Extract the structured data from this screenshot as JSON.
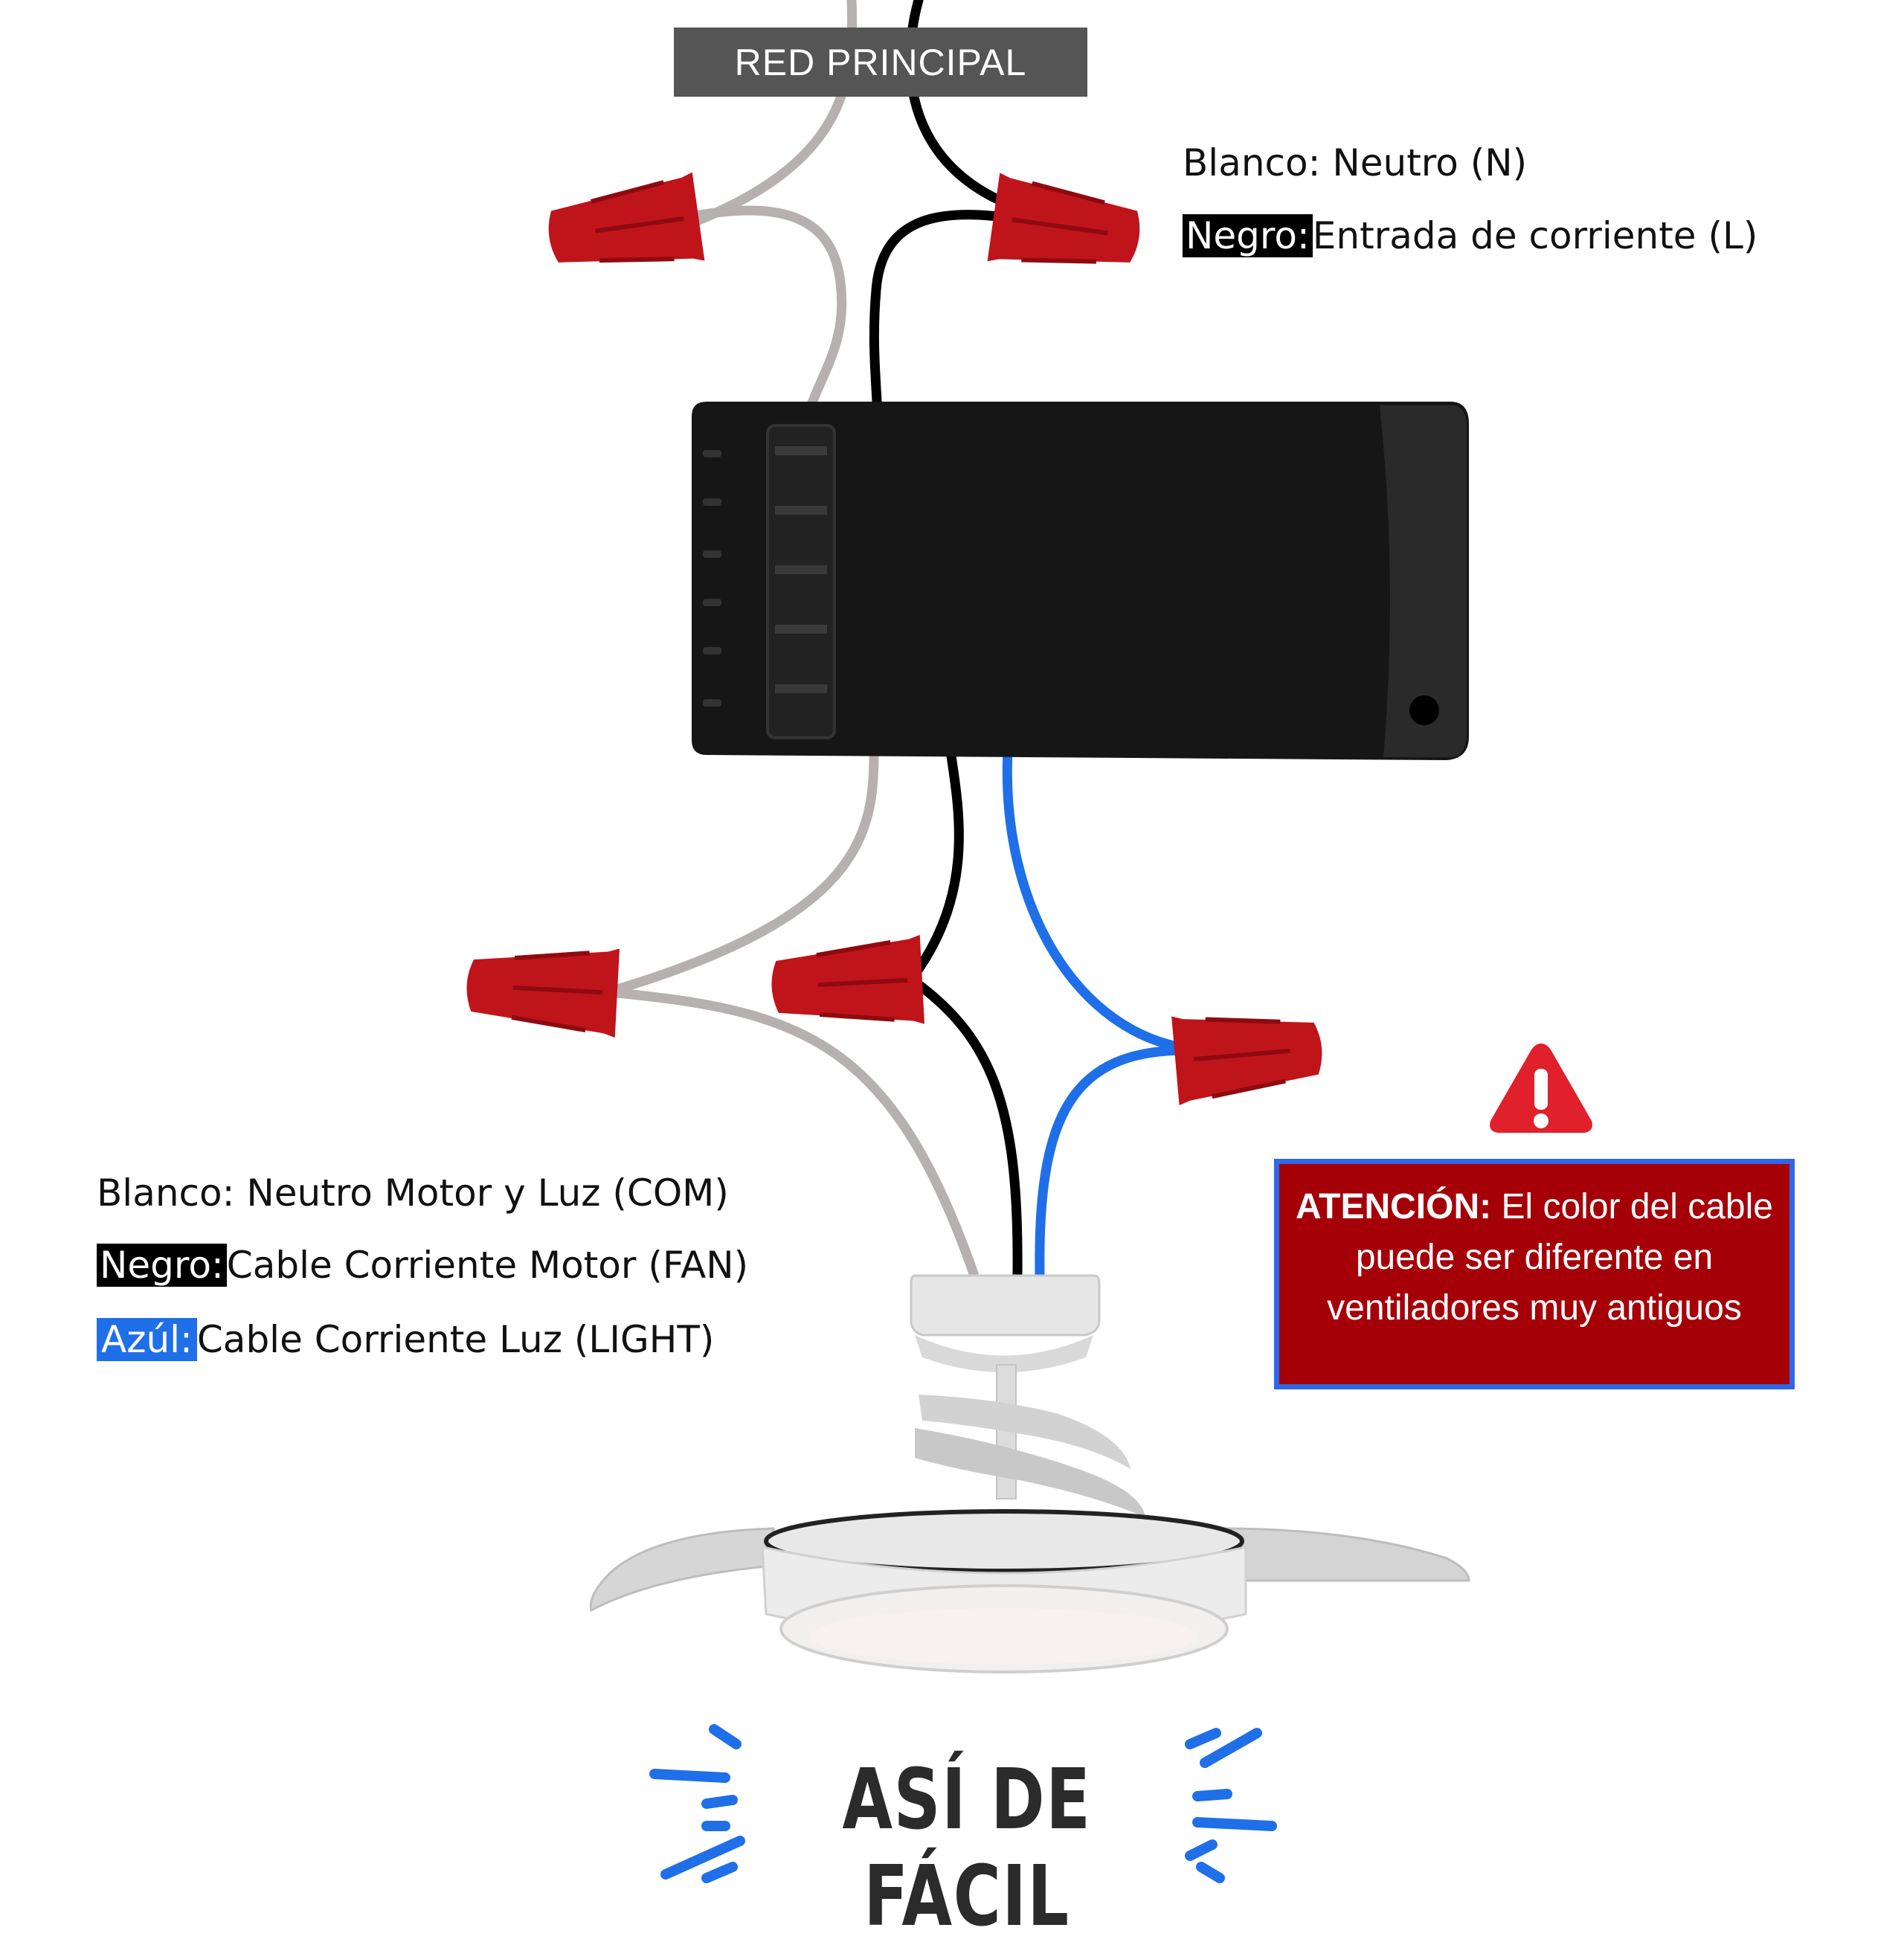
{
  "header": {
    "label": "RED PRINCIPAL"
  },
  "legend_top": {
    "neutral": "Blanco: Neutro (N)",
    "live_tag": "Negro:",
    "live_text": "Entrada de corriente (L)"
  },
  "legend_bottom": {
    "neutral": "Blanco: Neutro Motor y Luz (COM)",
    "fan_tag": "Negro:",
    "fan_text": "Cable Corriente Motor (FAN)",
    "light_tag": "Azúl:",
    "light_text": "Cable Corriente Luz (LIGHT)"
  },
  "warning": {
    "title": "ATENCIÓN:",
    "text": "El color del cable puede ser diferente en ventiladores muy antiguos"
  },
  "footer": {
    "slogan": "ASÍ DE FÁCIL"
  },
  "colors": {
    "neutral_wire": "#b7b0b0",
    "live_wire": "#000000",
    "light_wire": "#1f6fe8",
    "connector": "#c0141b",
    "receiver": "#1b1b1b",
    "warning_bg": "#a50008",
    "warning_border": "#2f67e6",
    "accent_blue": "#1f6fe8"
  },
  "icons": [
    "warning-triangle-icon",
    "wire-connector-icon",
    "ceiling-fan-icon",
    "receiver-box-icon"
  ]
}
